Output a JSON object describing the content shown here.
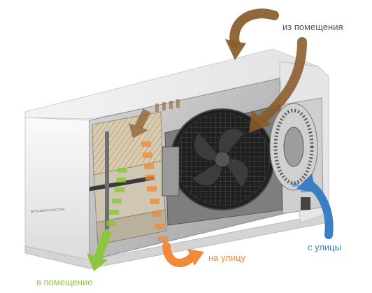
{
  "labels": {
    "from_room": "из помещения",
    "to_outside": "на улицу",
    "from_outside": "с улицы",
    "to_room": "в помещение"
  },
  "brand_text": "MITSUBISHI ELECTRIC",
  "colors": {
    "exhaust_brown": "#8a5a2b",
    "exhaust_orange": "#f08a3a",
    "supply_blue": "#3a7fc4",
    "supply_green": "#8cc63f",
    "label_text": "#555555",
    "unit_body": "#ececec",
    "unit_shadow": "#c9c9c9",
    "interior_dark": "#2a2a2a"
  },
  "icons": {
    "from_room": "curved-arrow-brown",
    "to_outside": "curved-arrow-orange",
    "from_outside": "curved-arrow-blue",
    "to_room": "curved-arrow-green"
  }
}
